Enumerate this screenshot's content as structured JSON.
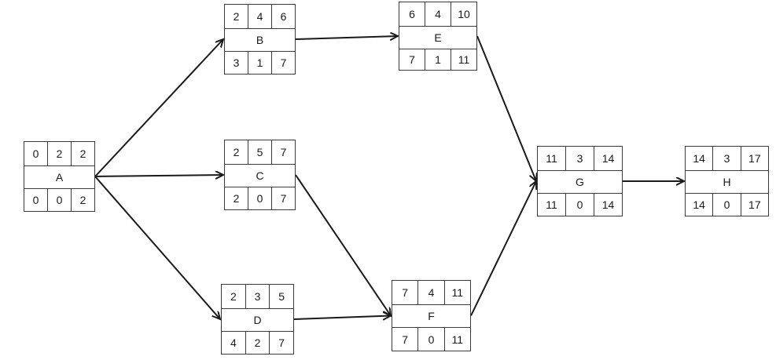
{
  "line_color": "#1a1a1a",
  "box_border_color": "#3a3a3a",
  "nodes": [
    {
      "id": "A",
      "top": [
        "0",
        "2",
        "2"
      ],
      "bottom": [
        "0",
        "0",
        "2"
      ]
    },
    {
      "id": "B",
      "top": [
        "2",
        "4",
        "6"
      ],
      "bottom": [
        "3",
        "1",
        "7"
      ]
    },
    {
      "id": "C",
      "top": [
        "2",
        "5",
        "7"
      ],
      "bottom": [
        "2",
        "0",
        "7"
      ]
    },
    {
      "id": "D",
      "top": [
        "2",
        "3",
        "5"
      ],
      "bottom": [
        "4",
        "2",
        "7"
      ]
    },
    {
      "id": "E",
      "top": [
        "6",
        "4",
        "10"
      ],
      "bottom": [
        "7",
        "1",
        "11"
      ]
    },
    {
      "id": "F",
      "top": [
        "7",
        "4",
        "11"
      ],
      "bottom": [
        "7",
        "0",
        "11"
      ]
    },
    {
      "id": "G",
      "top": [
        "11",
        "3",
        "14"
      ],
      "bottom": [
        "11",
        "0",
        "14"
      ]
    },
    {
      "id": "H",
      "top": [
        "14",
        "3",
        "17"
      ],
      "bottom": [
        "14",
        "0",
        "17"
      ]
    }
  ],
  "edges": [
    {
      "from": "A",
      "to": "B"
    },
    {
      "from": "A",
      "to": "C"
    },
    {
      "from": "A",
      "to": "D"
    },
    {
      "from": "B",
      "to": "E"
    },
    {
      "from": "C",
      "to": "F"
    },
    {
      "from": "D",
      "to": "F"
    },
    {
      "from": "E",
      "to": "G"
    },
    {
      "from": "F",
      "to": "G"
    },
    {
      "from": "G",
      "to": "H"
    }
  ]
}
